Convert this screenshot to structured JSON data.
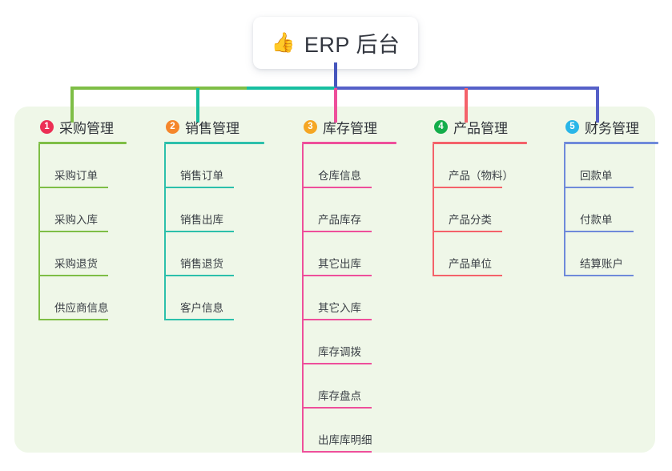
{
  "root": {
    "icon": "thumbs-up-icon",
    "icon_glyph": "👍",
    "title": "ERP 后台"
  },
  "panel": {
    "background": "#eff7e8"
  },
  "connectors": {
    "trunk_color": "#4656bd",
    "segments": [
      "#7ebe46",
      "#17bfa0",
      "#5560c8"
    ],
    "drops": [
      "#7ebe46",
      "#17bfa0",
      "#ee4f9b",
      "#f4626a",
      "#5560c8"
    ]
  },
  "columns": [
    {
      "number": "1",
      "badge_color": "#ec2f55",
      "line_color": "#7ebe46",
      "title": "采购管理",
      "items": [
        "采购订单",
        "采购入库",
        "采购退货",
        "供应商信息"
      ]
    },
    {
      "number": "2",
      "badge_color": "#f5862b",
      "line_color": "#2cc0ab",
      "title": "销售管理",
      "items": [
        "销售订单",
        "销售出库",
        "销售退货",
        "客户信息"
      ]
    },
    {
      "number": "3",
      "badge_color": "#f5a623",
      "line_color": "#ee4f9b",
      "title": "库存管理",
      "items": [
        "仓库信息",
        "产品库存",
        "其它出库",
        "其它入库",
        "库存调拨",
        "库存盘点",
        "出库库明细"
      ]
    },
    {
      "number": "4",
      "badge_color": "#13ad4a",
      "line_color": "#f4626a",
      "title": "产品管理",
      "items": [
        "产品（物料）",
        "产品分类",
        "产品单位"
      ]
    },
    {
      "number": "5",
      "badge_color": "#29b6e8",
      "line_color": "#6f8ada",
      "title": "财务管理",
      "items": [
        "回款单",
        "付款单",
        "结算账户"
      ]
    }
  ]
}
